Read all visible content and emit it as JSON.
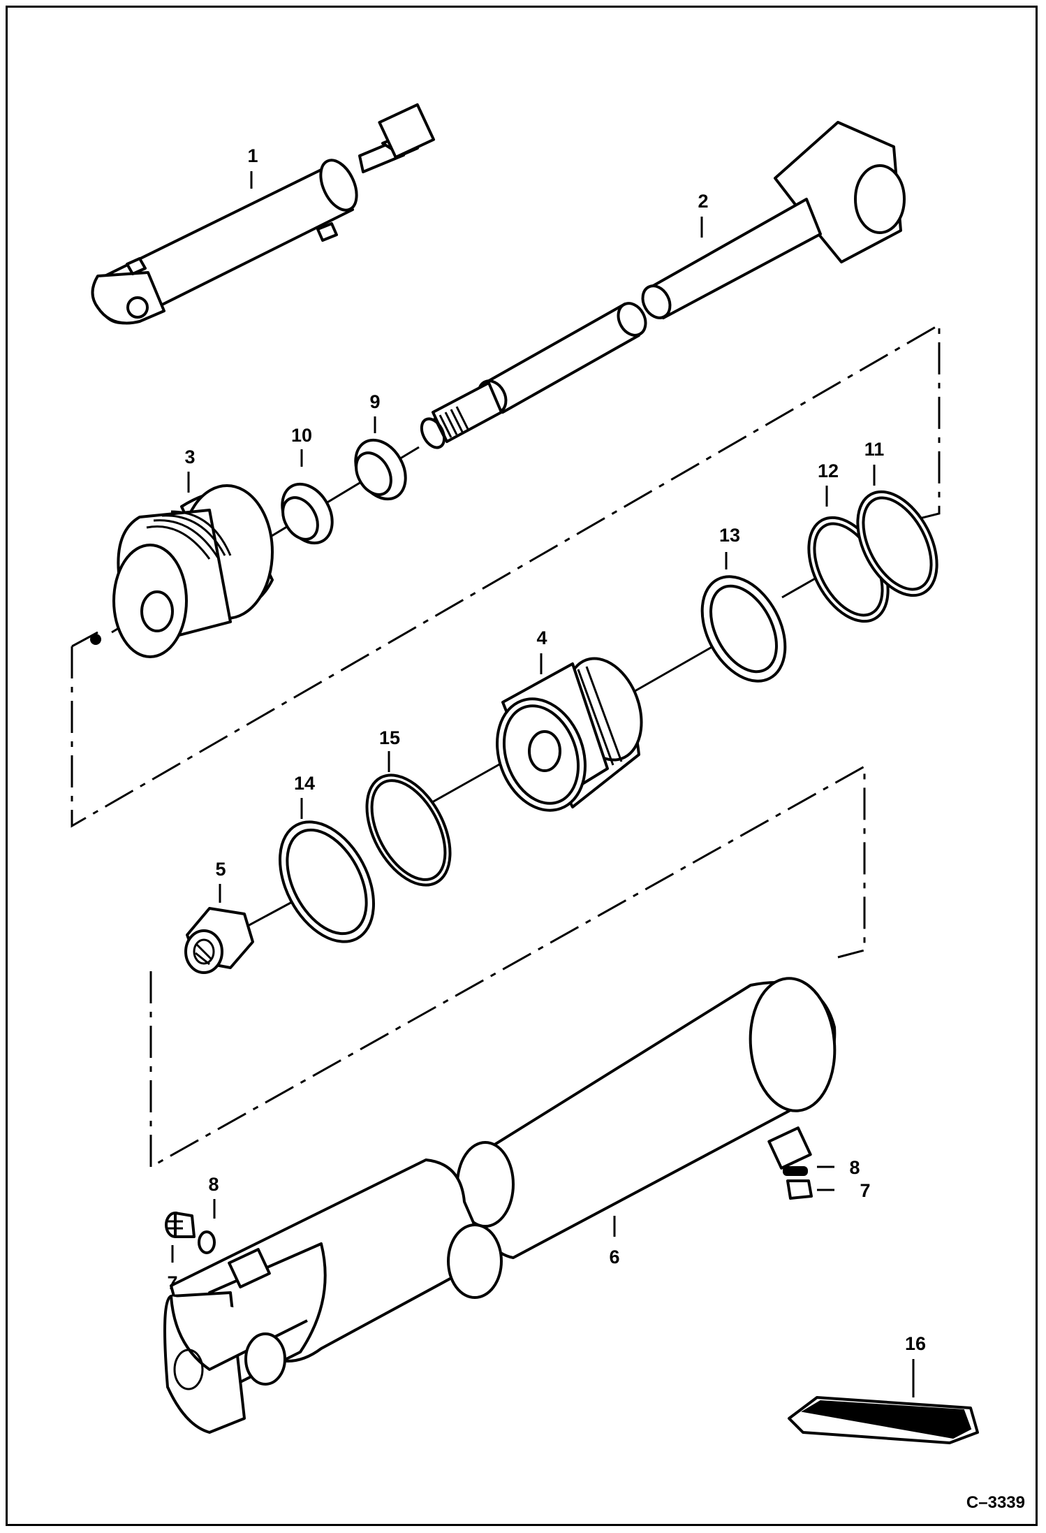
{
  "diagram": {
    "figure_code": "C–3339",
    "callouts": {
      "c1": "1",
      "c2": "2",
      "c3": "3",
      "c4": "4",
      "c5": "5",
      "c6": "6",
      "c7a": "7",
      "c7b": "7",
      "c8a": "8",
      "c8b": "8",
      "c9": "9",
      "c10": "10",
      "c11": "11",
      "c12": "12",
      "c13": "13",
      "c14": "14",
      "c15": "15",
      "c16": "16"
    }
  }
}
